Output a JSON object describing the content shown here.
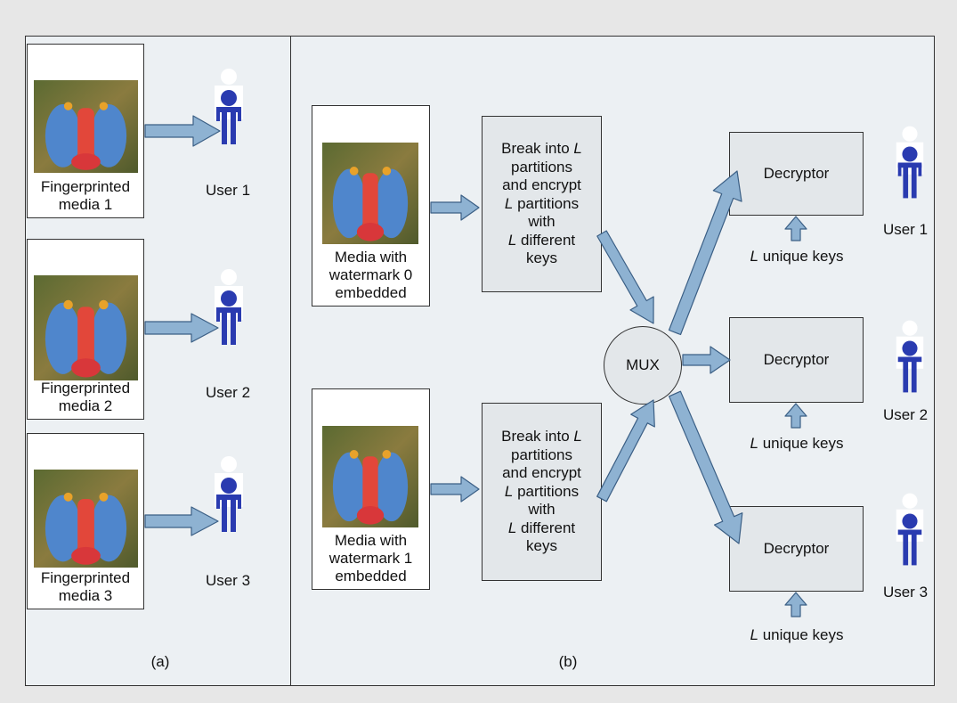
{
  "panel_a": {
    "label": "(a)",
    "media": [
      {
        "caption": "Fingerprinted\nmedia 1"
      },
      {
        "caption": "Fingerprinted\nmedia 2"
      },
      {
        "caption": "Fingerprinted\nmedia 3"
      }
    ],
    "users": [
      "User 1",
      "User 2",
      "User 3"
    ]
  },
  "panel_b": {
    "label": "(b)",
    "media": [
      {
        "caption": "Media with\nwatermark 0\nembedded"
      },
      {
        "caption": "Media with\nwatermark 1\nembedded"
      }
    ],
    "process": {
      "line1_pre": "Break into ",
      "L": "L",
      "line2": "partitions",
      "line3": "and encrypt",
      "line4_post": " partitions",
      "line5": "with",
      "line6_post": " different",
      "line7": "keys"
    },
    "mux": "MUX",
    "decryptor": "Decryptor",
    "keys_post": " unique keys",
    "users": [
      "User 1",
      "User 2",
      "User 3"
    ]
  },
  "colors": {
    "arrow_fill": "#8eb2d2",
    "arrow_stroke": "#3b5f85",
    "user_dark": "#2a3bb0",
    "box_fill": "#e3e7ea",
    "background": "#ecf0f3"
  },
  "icons": {
    "image": "mandrill-photo",
    "person": "person-icon",
    "arrow": "block-arrow"
  }
}
